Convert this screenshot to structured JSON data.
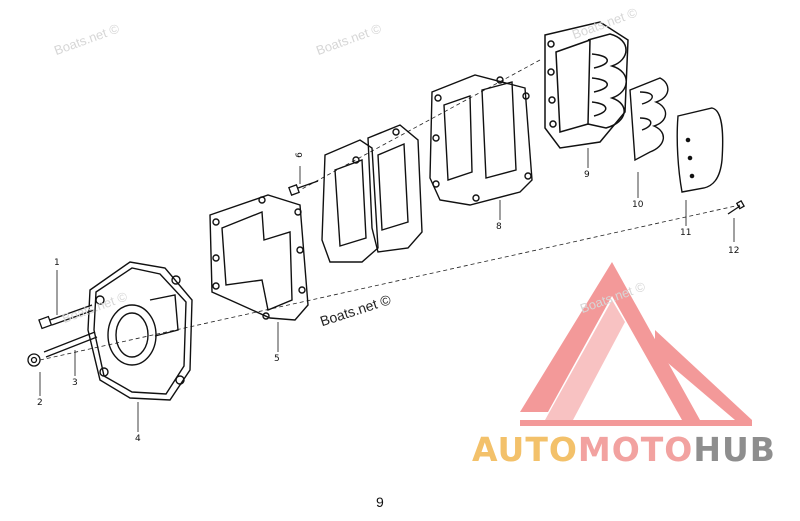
{
  "watermarks": [
    "Boats.net ©",
    "Boats.net ©",
    "Boats.net ©",
    "Boats.net ©",
    "Boats.net ©"
  ],
  "inline_watermark": "Boats.net ©",
  "part_numbers": [
    "1",
    "2",
    "3",
    "4",
    "5",
    "6",
    "8",
    "9",
    "10",
    "11",
    "12"
  ],
  "page_number": "9",
  "brand": {
    "part1": "AUTO",
    "part2": "MOTO",
    "part3": "HUB",
    "colors": {
      "auto": "#f3c16a",
      "moto": "#f2a2a0",
      "hub": "#8e8e8e",
      "logo": "#f07878"
    }
  }
}
